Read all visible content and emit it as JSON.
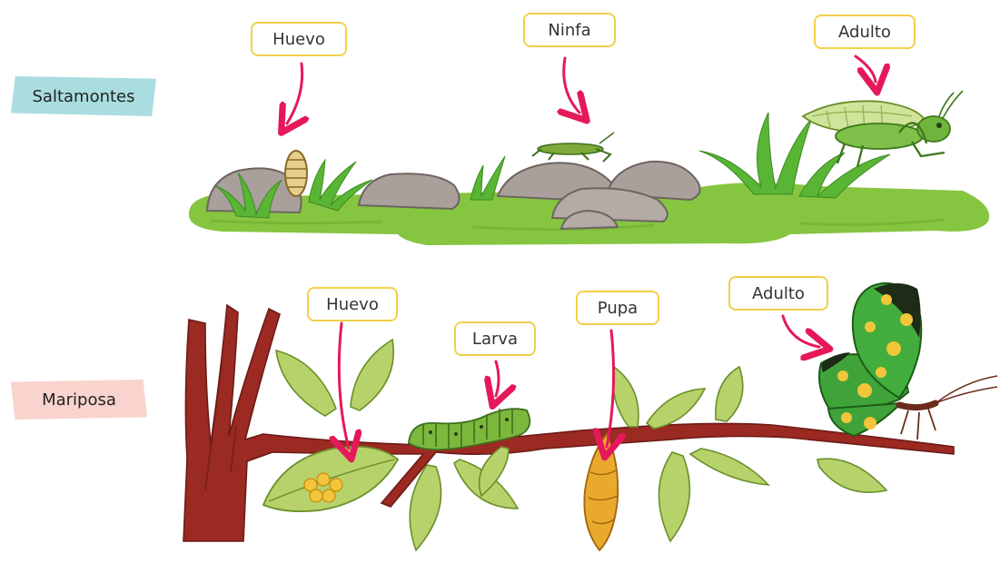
{
  "rows": {
    "grasshopper": {
      "label": "Saltamontes",
      "color": "#a9dde0"
    },
    "butterfly": {
      "label": "Mariposa",
      "color": "#f9d3cd"
    }
  },
  "stages": {
    "grasshopper_egg": "Huevo",
    "grasshopper_nymph": "Ninfa",
    "grasshopper_adult": "Adulto",
    "butterfly_egg": "Huevo",
    "butterfly_larva": "Larva",
    "butterfly_pupa": "Pupa",
    "butterfly_adult": "Adulto"
  },
  "colors": {
    "callout_border": "#f1d04a",
    "arrow": "#e5195a",
    "grass": "#86c540",
    "rock": "#a9a09c",
    "branch": "#9b2a22",
    "leaf": "#b7d26a"
  }
}
